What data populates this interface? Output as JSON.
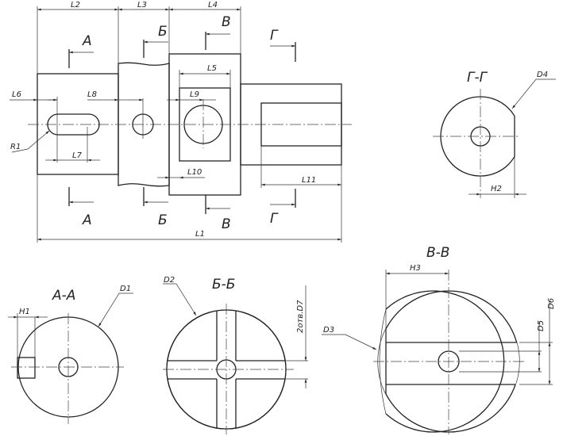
{
  "dimensions": {
    "L1": "L1",
    "L2": "L2",
    "L3": "L3",
    "L4": "L4",
    "L5": "L5",
    "L6": "L6",
    "L7": "L7",
    "L8": "L8",
    "L9": "L9",
    "L10": "L10",
    "L11": "L11",
    "R1": "R1",
    "H1": "H1",
    "H2": "H2",
    "H3": "H3",
    "D1": "D1",
    "D2": "D2",
    "D3": "D3",
    "D4": "D4",
    "D5": "D5",
    "D6": "D6",
    "D7": "2отв.D7"
  },
  "section_marks": {
    "a": "А",
    "b": "Б",
    "v": "В",
    "g": "Г"
  },
  "section_titles": {
    "aa": "А-А",
    "bb": "Б-Б",
    "vv": "В-В",
    "gg": "Г-Г"
  }
}
